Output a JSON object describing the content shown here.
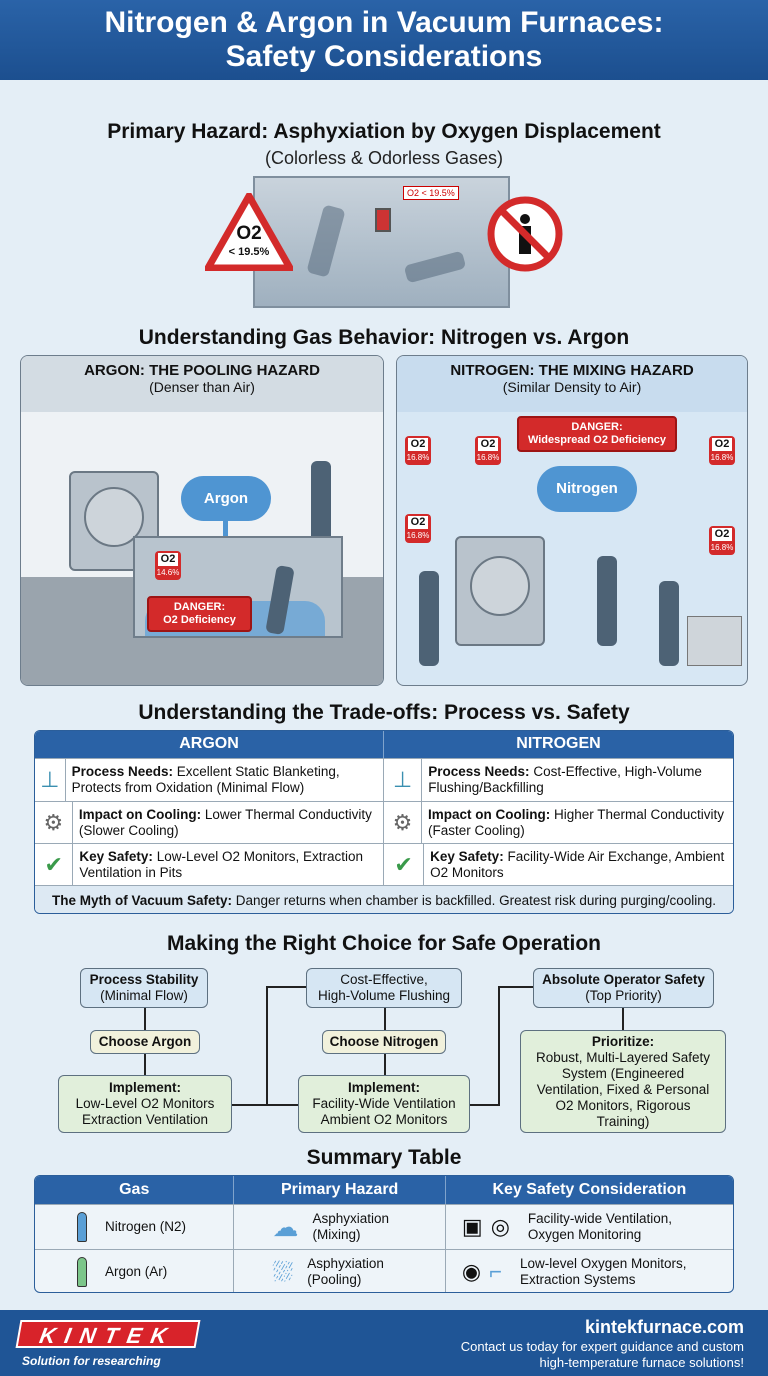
{
  "header": {
    "title_line1": "Nitrogen & Argon in Vacuum Furnaces:",
    "title_line2": "Safety Considerations"
  },
  "hazard": {
    "title": "Primary Hazard: Asphyxiation by Oxygen Displacement",
    "subtitle": "(Colorless & Odorless Gases)",
    "sign_o2": "O2",
    "sign_level": "< 19.5%",
    "small_sign": "O2 < 19.5%",
    "icons": [
      "warning-triangle-icon",
      "no-person-icon"
    ]
  },
  "behavior": {
    "title": "Understanding Gas Behavior: Nitrogen vs. Argon",
    "argon": {
      "heading": "ARGON: THE POOLING HAZARD",
      "sub": "(Denser than Air)",
      "cloud": "Argon",
      "o2": "O2",
      "o2_value": "14.6%",
      "danger": "DANGER:",
      "danger_text": "O2 Deficiency"
    },
    "nitrogen": {
      "heading": "NITROGEN: THE MIXING HAZARD",
      "sub": "(Similar Density to Air)",
      "cloud": "Nitrogen",
      "o2": "O2",
      "o2_value": "16.8%",
      "danger": "DANGER:",
      "danger_text": "Widespread O2 Deficiency"
    }
  },
  "tradeoffs": {
    "title": "Understanding the Trade-offs: Process vs. Safety",
    "columns": [
      "ARGON",
      "NITROGEN"
    ],
    "rows": [
      {
        "icon": "hierarchy-icon",
        "label": "Process Needs:",
        "argon": "Excellent Static Blanketing, Protects from Oxidation (Minimal Flow)",
        "nitrogen": "Cost-Effective, High-Volume Flushing/Backfilling"
      },
      {
        "icon": "gear-icon",
        "label": "Impact on Cooling:",
        "argon": "Lower Thermal Conductivity (Slower Cooling)",
        "nitrogen": "Higher Thermal Conductivity (Faster Cooling)"
      },
      {
        "icon": "shield-check-icon",
        "label": "Key Safety:",
        "argon": "Low-Level O2 Monitors, Extraction Ventilation in Pits",
        "nitrogen": "Facility-Wide Air Exchange, Ambient O2 Monitors"
      }
    ],
    "myth_label": "The Myth of Vacuum Safety:",
    "myth_text": "Danger returns when chamber is backfilled. Greatest risk during purging/cooling."
  },
  "choice": {
    "title": "Making the Right Choice for Safe Operation",
    "col1": {
      "top_b": "Process Stability",
      "top": "(Minimal Flow)",
      "choose": "Choose Argon",
      "impl_b": "Implement:",
      "impl": "Low-Level O2 Monitors",
      "impl2": "Extraction Ventilation"
    },
    "col2": {
      "top": "Cost-Effective,",
      "top2": "High-Volume Flushing",
      "choose": "Choose Nitrogen",
      "impl_b": "Implement:",
      "impl": "Facility-Wide Ventilation",
      "impl2": "Ambient O2 Monitors"
    },
    "col3": {
      "top_b": "Absolute Operator Safety",
      "top": "(Top Priority)",
      "prior_b": "Prioritize:",
      "prior": "Robust, Multi-Layered Safety System (Engineered Ventilation, Fixed & Personal O2 Monitors, Rigorous Training)"
    }
  },
  "summary": {
    "title": "Summary Table",
    "headers": [
      "Gas",
      "Primary Hazard",
      "Key Safety Consideration"
    ],
    "rows": [
      {
        "gas": "Nitrogen (N2)",
        "hazard1": "Asphyxiation",
        "hazard2": "(Mixing)",
        "safety1": "Facility-wide Ventilation,",
        "safety2": "Oxygen Monitoring",
        "cyl_color": "#5a9fd6"
      },
      {
        "gas": "Argon (Ar)",
        "hazard1": "Asphyxiation",
        "hazard2": "(Pooling)",
        "safety1": "Low-level Oxygen Monitors,",
        "safety2": "Extraction Systems",
        "cyl_color": "#7cc68a"
      }
    ]
  },
  "footer": {
    "logo": "KINTEK",
    "tagline": "Solution for researching",
    "site": "kintekfurnace.com",
    "cta1": "Contact us today for expert guidance and custom",
    "cta2": "high-temperature furnace solutions!"
  },
  "colors": {
    "brand_blue": "#1f5596",
    "danger_red": "#d32a2a",
    "accent_green": "#e1efdb"
  }
}
